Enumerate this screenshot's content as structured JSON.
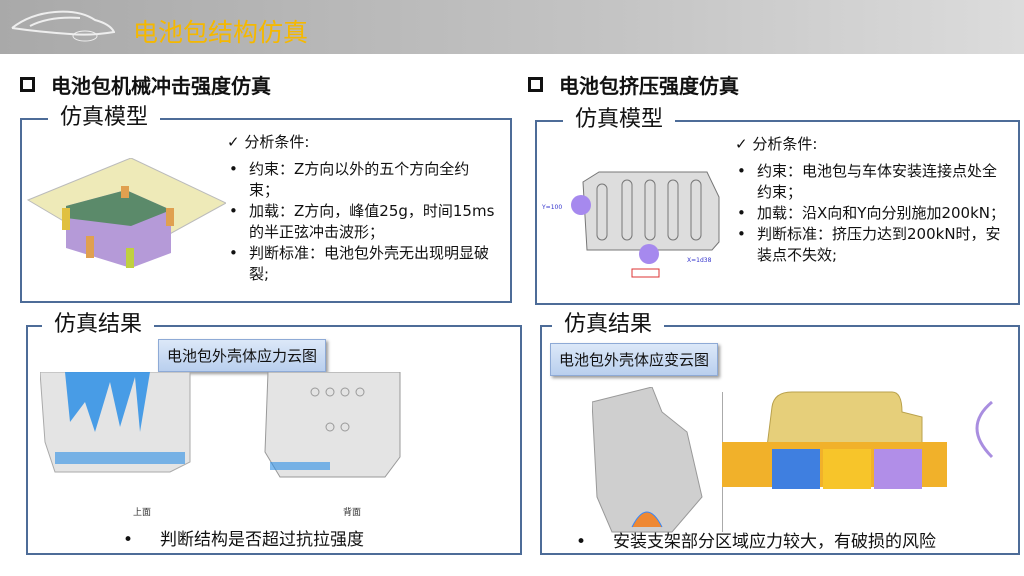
{
  "header": {
    "title": "电池包结构仿真",
    "icon": "car-outline-icon"
  },
  "colors": {
    "title": "#f5b800",
    "border": "#4d6c98",
    "header_bg": "#b4b4b4"
  },
  "left": {
    "heading": "电池包机械冲击强度仿真",
    "model": {
      "label": "仿真模型",
      "conditions_title": "分析条件:",
      "items": [
        "约束：Z方向以外的五个方向全约束；",
        "加载：Z方向，峰值25g，时间15ms的半正弦冲击波形；",
        "判断标准：电池包外壳无出现明显破裂;"
      ]
    },
    "result": {
      "label": "仿真结果",
      "tag": "电池包外壳体应力云图",
      "view_labels": [
        "上面",
        "背面"
      ],
      "conclusion": "判断结构是否超过抗拉强度"
    }
  },
  "right": {
    "heading": "电池包挤压强度仿真",
    "model": {
      "label": "仿真模型",
      "conditions_title": "分析条件:",
      "items": [
        "约束：电池包与车体安装连接点处全约束；",
        "加载：沿X向和Y向分别施加200kN；",
        "判断标准：挤压力达到200kN时，安装点不失效;"
      ],
      "annotations": [
        "Y=100",
        "X=1d38"
      ]
    },
    "result": {
      "label": "仿真结果",
      "tag": "电池包外壳体应变云图",
      "conclusion": "安装支架部分区域应力较大，有破损的风险"
    }
  }
}
